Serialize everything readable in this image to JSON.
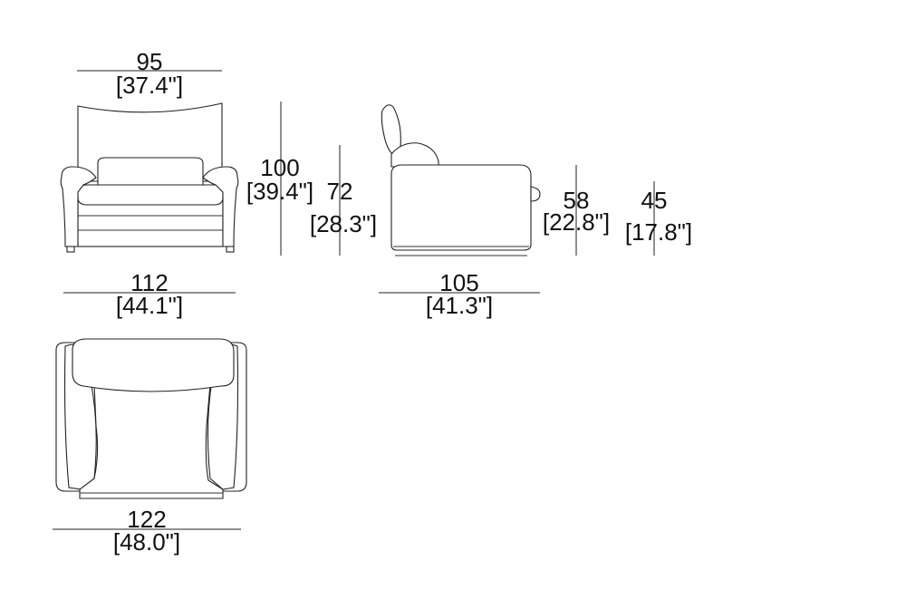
{
  "front_view": {
    "width_cm": "95",
    "width_in": "[37.4\"]",
    "total_width_cm": "112",
    "total_width_in": "[44.1\"]",
    "height_cm": "100",
    "height_in": "[39.4\"]",
    "arm_height_cm": "72",
    "arm_height_in": "[28.3\"]"
  },
  "side_view": {
    "depth_cm": "105",
    "depth_in": "[41.3\"]",
    "seat_top_cm": "58",
    "seat_top_in": "[22.8\"]",
    "seat_height_cm": "45",
    "seat_height_in": "[17.8\"]"
  },
  "top_view": {
    "width_cm": "122",
    "width_in": "[48.0\"]"
  },
  "colors": {
    "line": "#222222",
    "text": "#111111",
    "background": "#ffffff"
  }
}
